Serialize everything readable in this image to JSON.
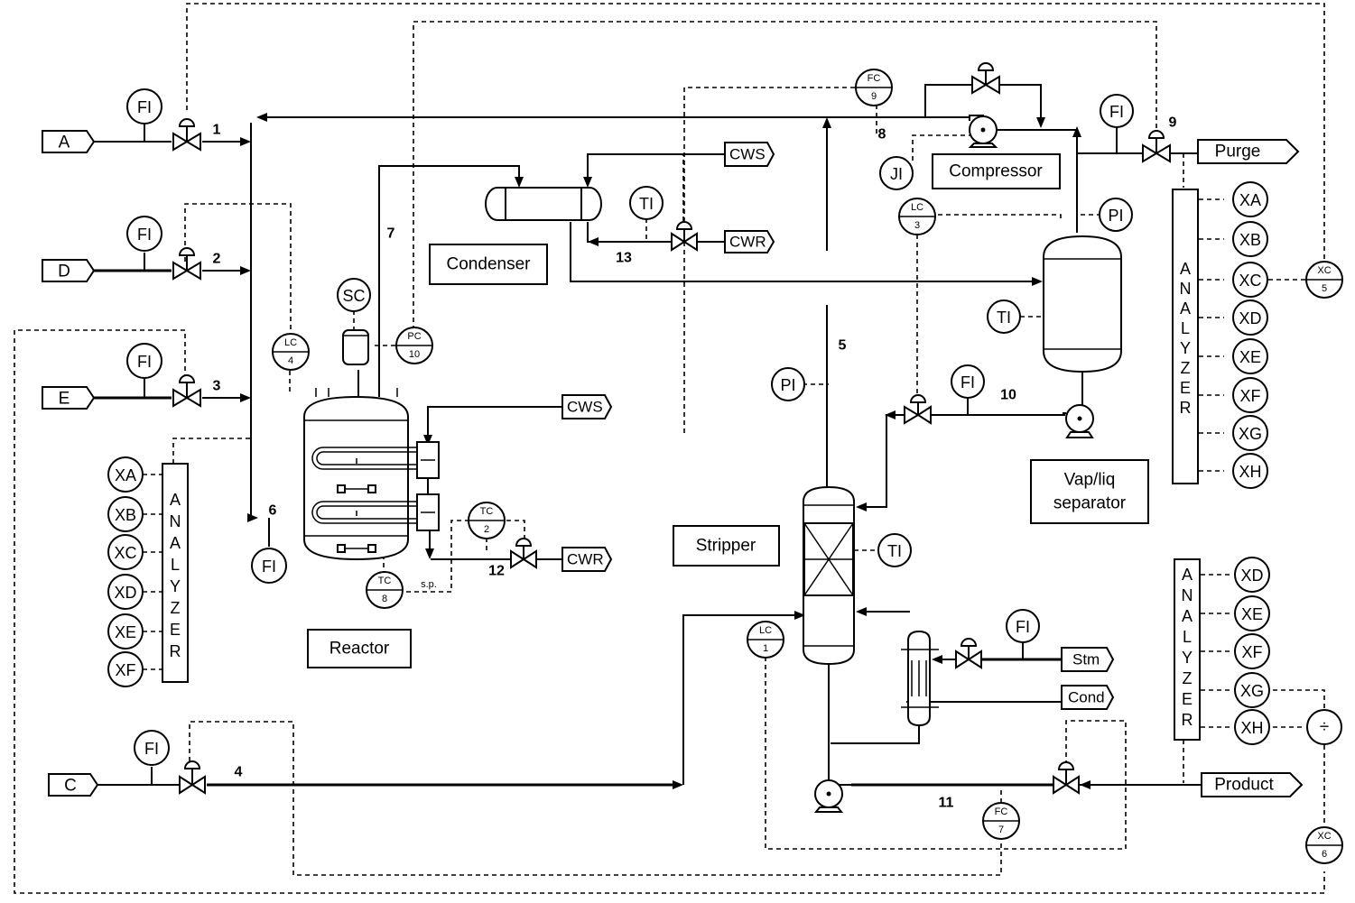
{
  "streams": {
    "A": "A",
    "D": "D",
    "E": "E",
    "C": "C",
    "purge": "Purge",
    "product": "Product",
    "cws_condenser": "CWS",
    "cwr_condenser": "CWR",
    "cws_reactor": "CWS",
    "cwr_reactor": "CWR",
    "stm": "Stm",
    "cond": "Cond"
  },
  "stream_numbers": {
    "s1": "1",
    "s2": "2",
    "s3": "3",
    "s4": "4",
    "s5": "5",
    "s6": "6",
    "s7": "7",
    "s8": "8",
    "s9": "9",
    "s10": "10",
    "s11": "11",
    "s12": "12",
    "s13": "13"
  },
  "units": {
    "condenser": "Condenser",
    "compressor": "Compressor",
    "reactor": "Reactor",
    "stripper": "Stripper",
    "separator_line1": "Vap/liq",
    "separator_line2": "separator"
  },
  "instruments": {
    "fi_a": "FI",
    "fi_d": "FI",
    "fi_e": "FI",
    "fi_c": "FI",
    "fi_6": "FI",
    "fi_9": "FI",
    "fi_10": "FI",
    "fi_stm": "FI",
    "sc": "SC",
    "ji": "JI",
    "ti_condenser": "TI",
    "ti_separator": "TI",
    "ti_stripper": "TI",
    "pi_separator": "PI",
    "pi_stripper": "PI",
    "fc9": {
      "top": "FC",
      "bottom": "9"
    },
    "lc4": {
      "top": "LC",
      "bottom": "4"
    },
    "pc10": {
      "top": "PC",
      "bottom": "10"
    },
    "lc3": {
      "top": "LC",
      "bottom": "3"
    },
    "tc2": {
      "top": "TC",
      "bottom": "2"
    },
    "tc8": {
      "top": "TC",
      "bottom": "8"
    },
    "lc1": {
      "top": "LC",
      "bottom": "1"
    },
    "fc7": {
      "top": "FC",
      "bottom": "7"
    },
    "xc5": {
      "top": "XC",
      "bottom": "5"
    },
    "xc6": {
      "top": "XC",
      "bottom": "6"
    },
    "setpoint": "s.p."
  },
  "analyzer_label": [
    "A",
    "N",
    "A",
    "L",
    "Y",
    "Z",
    "E",
    "R"
  ],
  "analyzer_feed": [
    "XA",
    "XB",
    "XC",
    "XD",
    "XE",
    "XF"
  ],
  "analyzer_purge": [
    "XA",
    "XB",
    "XC",
    "XD",
    "XE",
    "XF",
    "XG",
    "XH"
  ],
  "analyzer_product": [
    "XD",
    "XE",
    "XF",
    "XG",
    "XH"
  ],
  "divider_symbol": "÷"
}
